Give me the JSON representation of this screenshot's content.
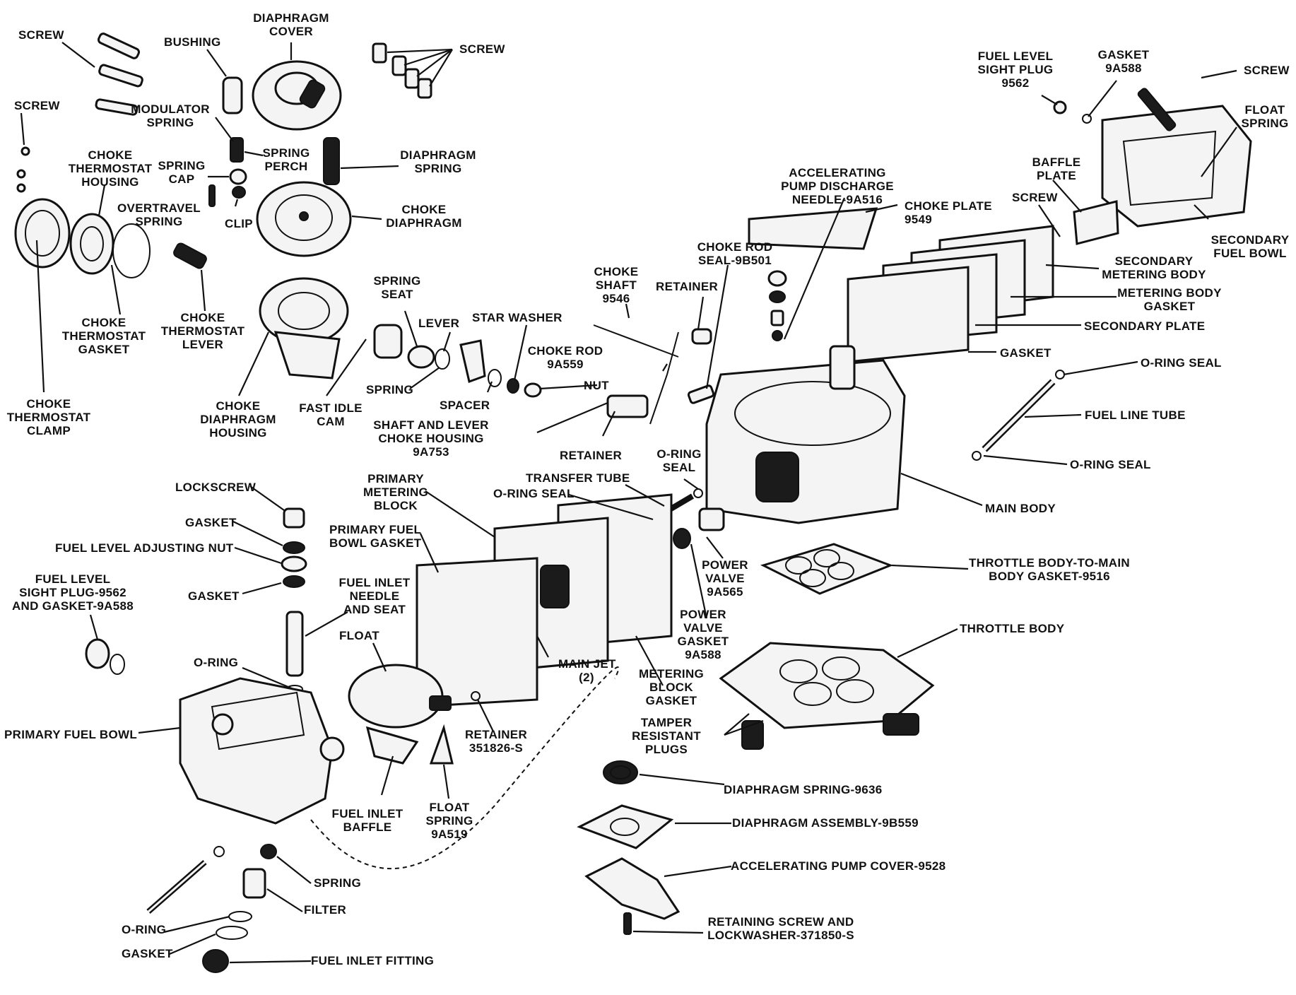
{
  "labels": {
    "screw_top_left": "SCREW",
    "screw_left": "SCREW",
    "bushing": "BUSHING",
    "diaphragm_cover": "DIAPHRAGM\nCOVER",
    "screw_top_center": "SCREW",
    "modulator_spring": "MODULATOR\nSPRING",
    "spring_perch": "SPRING\nPERCH",
    "spring_cap": "SPRING\nCAP",
    "diaphragm_spring": "DIAPHRAGM\nSPRING",
    "choke_thermostat_housing": "CHOKE\nTHERMOSTAT\nHOUSING",
    "overtravel_spring": "OVERTRAVEL\nSPRING",
    "clip": "CLIP",
    "choke_diaphragm": "CHOKE\nDIAPHRAGM",
    "choke_thermostat_gasket": "CHOKE\nTHERMOSTAT\nGASKET",
    "choke_thermostat_lever": "CHOKE\nTHERMOSTAT\nLEVER",
    "choke_thermostat_clamp": "CHOKE\nTHERMOSTAT\nCLAMP",
    "choke_diaphragm_housing": "CHOKE\nDIAPHRAGM\nHOUSING",
    "spring_seat": "SPRING\nSEAT",
    "lever": "LEVER",
    "star_washer": "STAR WASHER",
    "fast_idle_cam": "FAST IDLE\nCAM",
    "spring": "SPRING",
    "spacer": "SPACER",
    "choke_shaft": "CHOKE\nSHAFT\n9546",
    "retainer_choke": "RETAINER",
    "choke_rod": "CHOKE ROD\n9A559",
    "nut": "NUT",
    "shaft_and_lever": "SHAFT AND LEVER\nCHOKE HOUSING\n9A753",
    "retainer_lower": "RETAINER",
    "choke_rod_seal": "CHOKE ROD\nSEAL-9B501",
    "accelerating_pump_needle": "ACCELERATING\nPUMP DISCHARGE\nNEEDLE-9A516",
    "choke_plate": "CHOKE PLATE\n9549",
    "fuel_level_sight_plug_top": "FUEL LEVEL\nSIGHT PLUG\n9562",
    "gasket_9a588_top": "GASKET\n9A588",
    "screw_right": "SCREW",
    "float_spring_right": "FLOAT\nSPRING",
    "baffle_plate": "BAFFLE\nPLATE",
    "screw_baffle": "SCREW",
    "secondary_fuel_bowl": "SECONDARY\nFUEL BOWL",
    "secondary_metering_body": "SECONDARY\nMETERING BODY",
    "metering_body_gasket": "METERING BODY\nGASKET",
    "secondary_plate": "SECONDARY PLATE",
    "gasket_right": "GASKET",
    "o_ring_seal_top": "O-RING SEAL",
    "fuel_line_tube": "FUEL LINE TUBE",
    "o_ring_seal_bottom": "O-RING SEAL",
    "main_body": "MAIN BODY",
    "o_ring_seal_center": "O-RING\nSEAL",
    "transfer_tube": "TRANSFER TUBE",
    "o_ring_seal_left": "O-RING SEAL",
    "primary_metering_block": "PRIMARY\nMETERING\nBLOCK",
    "primary_fuel_bowl_gasket": "PRIMARY FUEL\nBOWL GASKET",
    "lockscrew": "LOCKSCREW",
    "gasket_1": "GASKET",
    "fuel_level_adjusting_nut": "FUEL LEVEL ADJUSTING NUT",
    "gasket_2": "GASKET",
    "fuel_level_sight_plug_left": "FUEL LEVEL\nSIGHT PLUG-9562\nAND GASKET-9A588",
    "fuel_inlet_needle": "FUEL INLET\nNEEDLE\nAND SEAT",
    "float": "FLOAT",
    "power_valve": "POWER\nVALVE\n9A565",
    "power_valve_gasket": "POWER\nVALVE\nGASKET\n9A588",
    "throttle_body_gasket": "THROTTLE BODY-TO-MAIN\nBODY GASKET-9516",
    "throttle_body": "THROTTLE BODY",
    "o_ring_left": "O-RING",
    "main_jet": "MAIN JET\n(2)",
    "metering_block_gasket": "METERING\nBLOCK\nGASKET",
    "primary_fuel_bowl": "PRIMARY FUEL BOWL",
    "retainer_351826": "RETAINER\n351826-S",
    "tamper_resistant_plugs": "TAMPER\nRESISTANT\nPLUGS",
    "diaphragm_spring_9636": "DIAPHRAGM SPRING-9636",
    "fuel_inlet_baffle": "FUEL INLET\nBAFFLE",
    "float_spring_9a519": "FLOAT\nSPRING\n9A519",
    "diaphragm_assembly": "DIAPHRAGM ASSEMBLY-9B559",
    "spring_bottom": "SPRING",
    "accelerating_pump_cover": "ACCELERATING PUMP COVER-9528",
    "filter": "FILTER",
    "o_ring_bottom": "O-RING",
    "retaining_screw": "RETAINING SCREW AND\nLOCKWASHER-371850-S",
    "gasket_bottom": "GASKET",
    "fuel_inlet_fitting": "FUEL INLET FITTING"
  }
}
